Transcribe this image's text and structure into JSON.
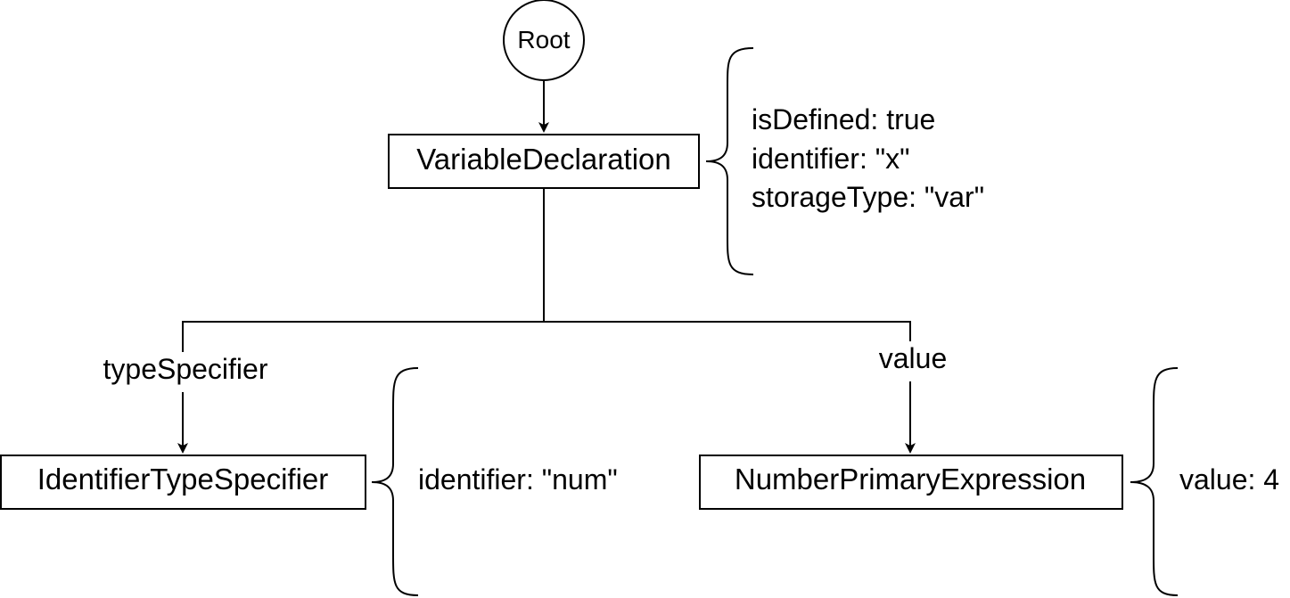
{
  "root": {
    "label": "Root"
  },
  "nodes": {
    "variable_declaration": {
      "label": "VariableDeclaration",
      "properties": [
        "isDefined: true",
        "identifier: \"x\"",
        "storageType: \"var\""
      ]
    },
    "identifier_type_specifier": {
      "label": "IdentifierTypeSpecifier",
      "properties": [
        "identifier: \"num\""
      ]
    },
    "number_primary_expression": {
      "label": "NumberPrimaryExpression",
      "properties": [
        "value: 4"
      ]
    }
  },
  "edges": {
    "type_specifier": {
      "label": "typeSpecifier"
    },
    "value": {
      "label": "value"
    }
  }
}
